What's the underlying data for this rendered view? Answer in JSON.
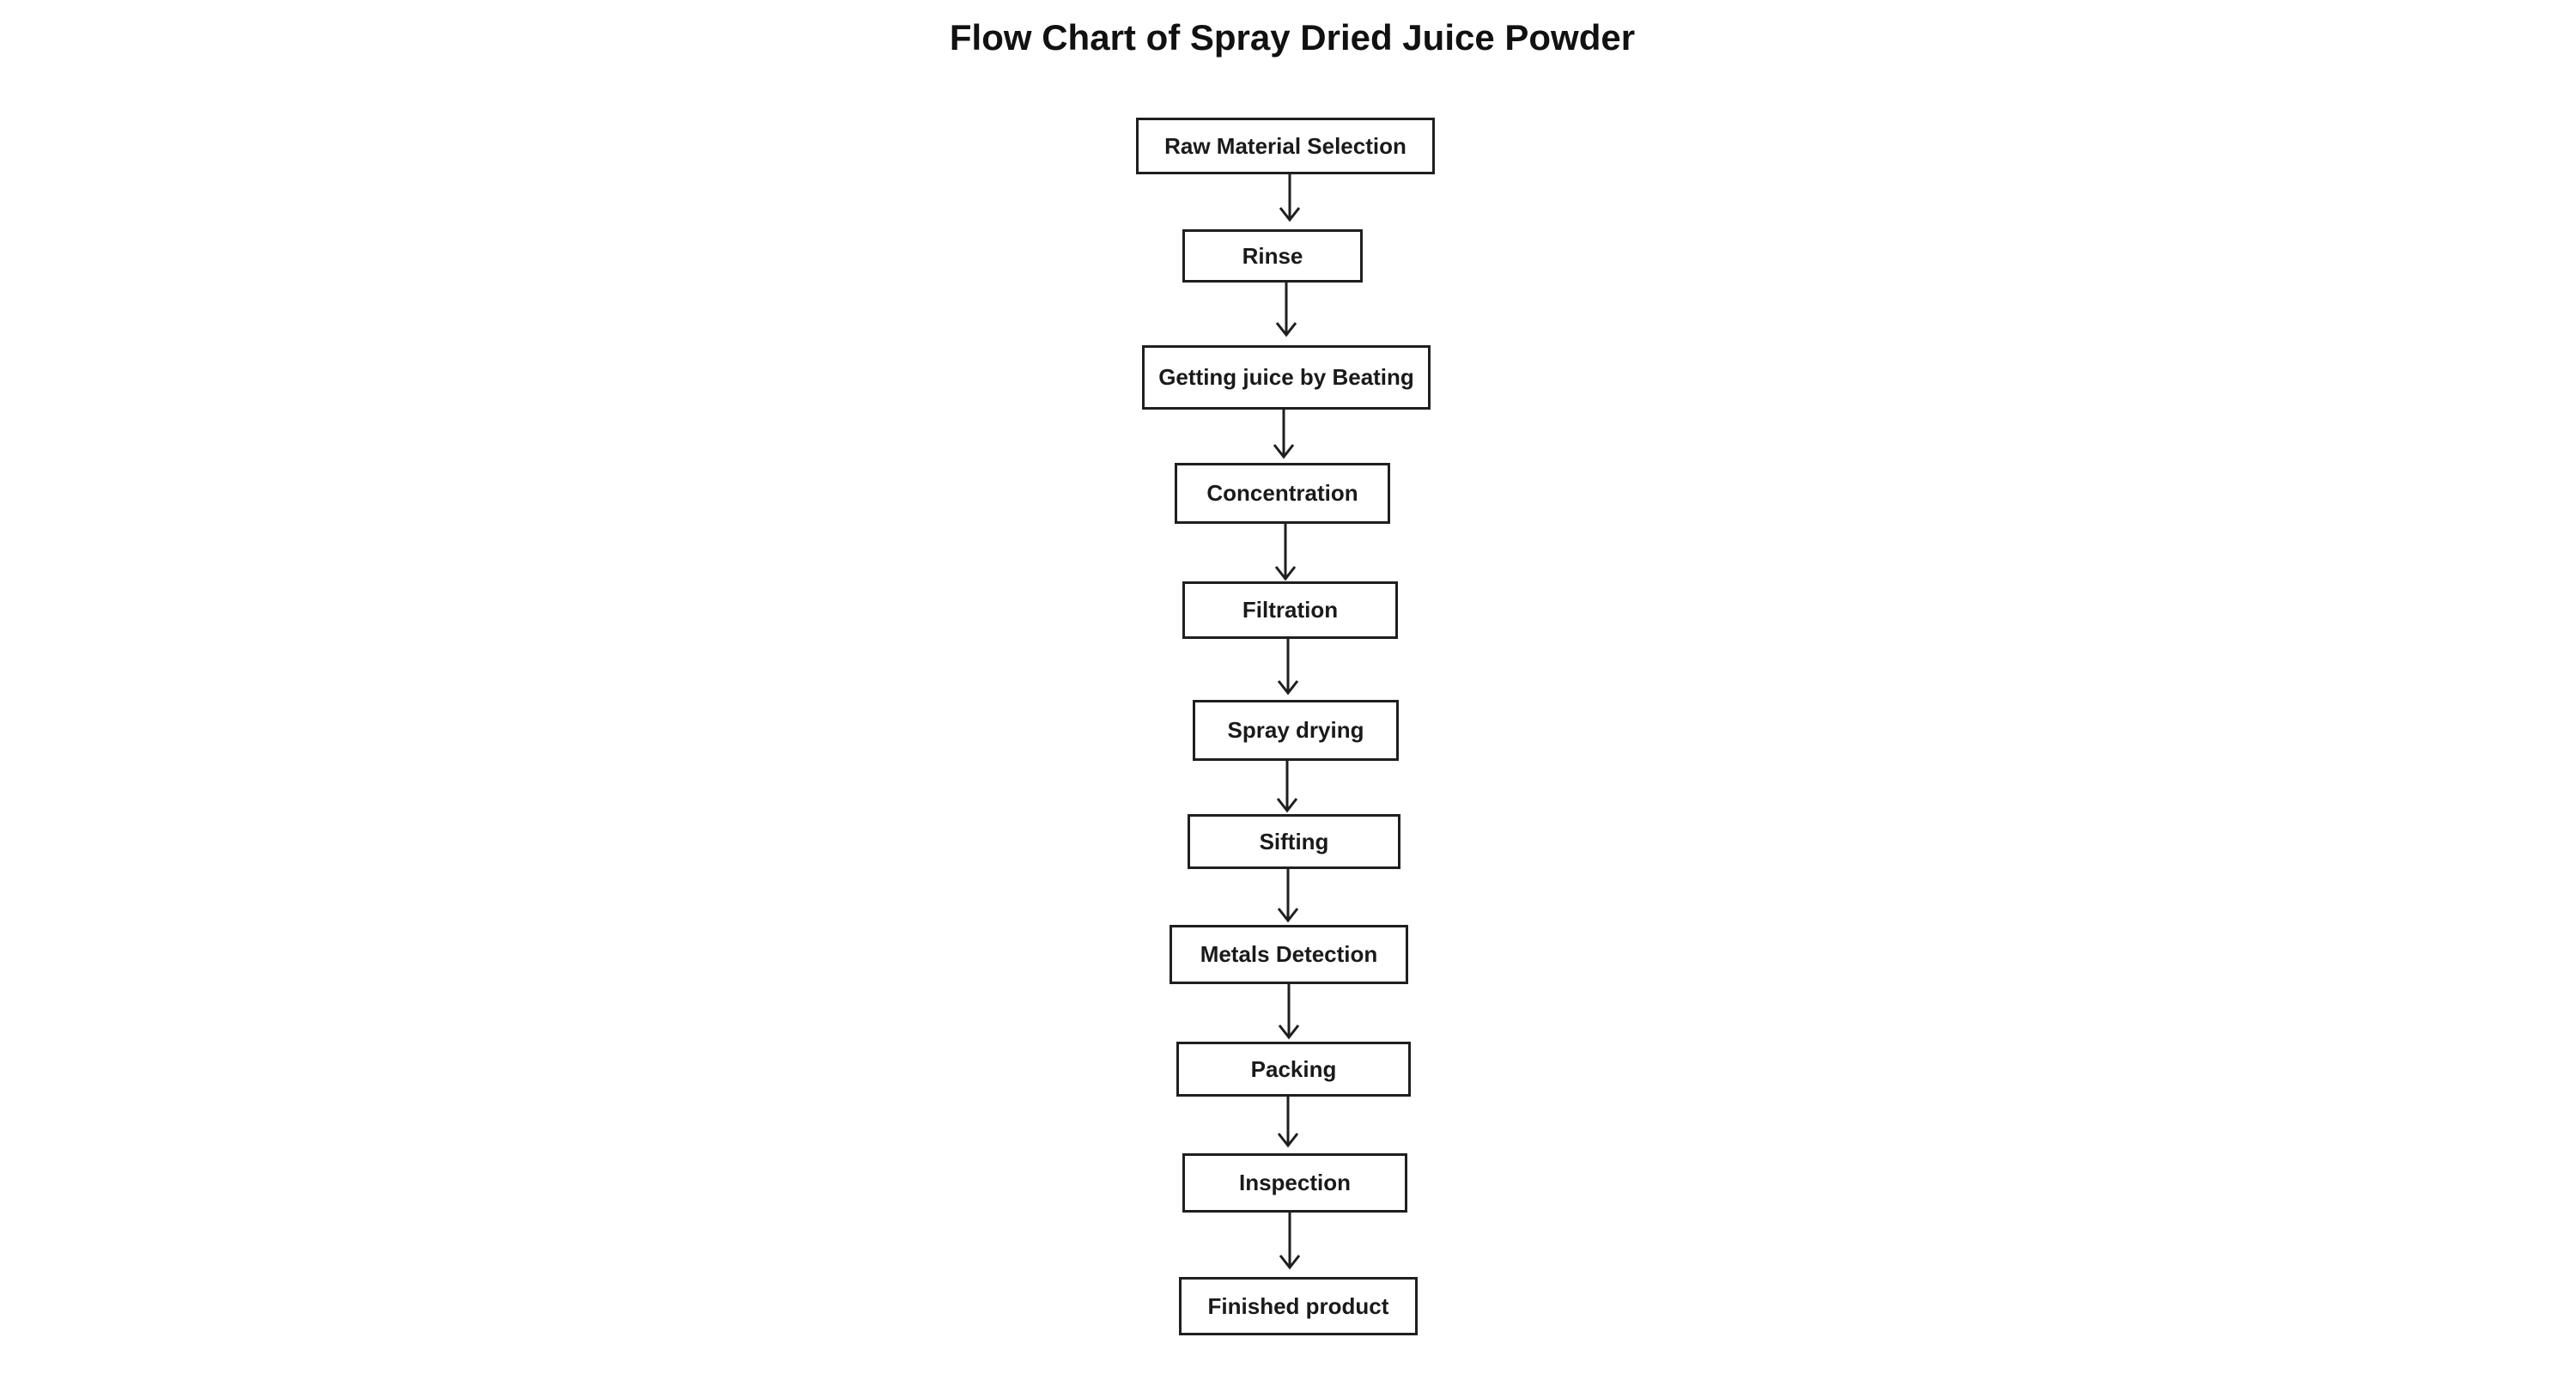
{
  "title": "Flow Chart of Spray Dried Juice Powder",
  "steps": [
    "Raw Material Selection",
    "Rinse",
    "Getting juice by Beating",
    "Concentration",
    "Filtration",
    "Spray drying",
    "Sifting",
    "Metals Detection",
    "Packing",
    "Inspection",
    "Finished product"
  ]
}
